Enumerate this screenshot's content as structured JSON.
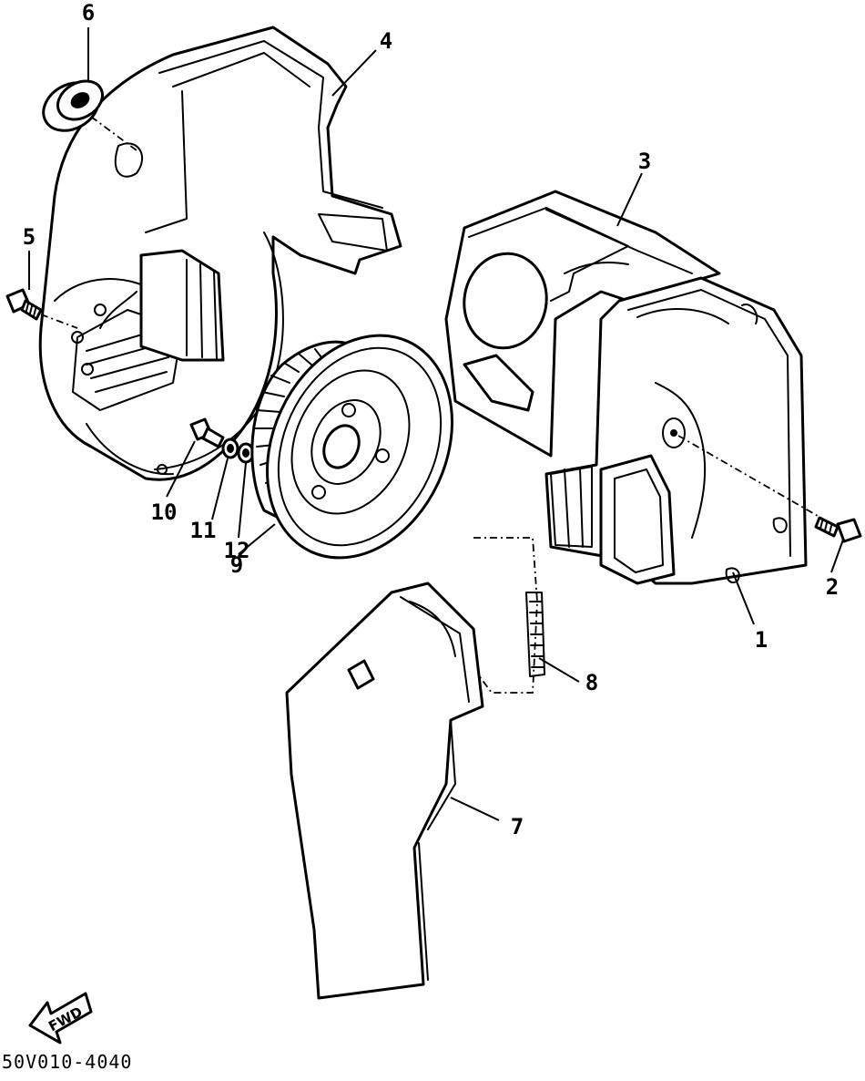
{
  "callouts": [
    {
      "id": "1",
      "text": "1"
    },
    {
      "id": "2",
      "text": "2"
    },
    {
      "id": "3",
      "text": "3"
    },
    {
      "id": "4",
      "text": "4"
    },
    {
      "id": "5",
      "text": "5"
    },
    {
      "id": "6",
      "text": "6"
    },
    {
      "id": "7",
      "text": "7"
    },
    {
      "id": "8",
      "text": "8"
    },
    {
      "id": "9",
      "text": "9"
    },
    {
      "id": "10",
      "text": "10"
    },
    {
      "id": "11",
      "text": "11"
    },
    {
      "id": "12",
      "text": "12"
    }
  ],
  "direction_label": "FWD",
  "drawing_code": "50V010-4040"
}
